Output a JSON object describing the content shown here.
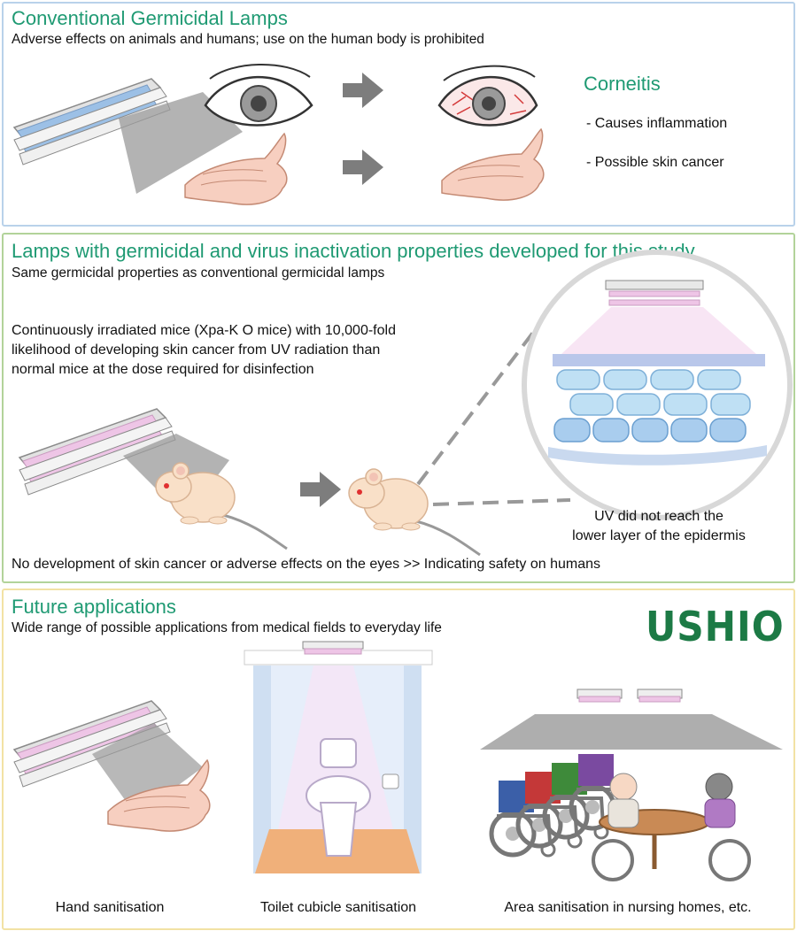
{
  "panels": {
    "conventional": {
      "title": "Conventional Germicidal Lamps",
      "subtitle": "Adverse effects on animals and humans; use on the human body is prohibited",
      "effect_heading": "Corneitis",
      "effects": [
        "-  Causes inflammation",
        "-  Possible skin cancer"
      ]
    },
    "developed": {
      "title": "Lamps with germicidal and virus inactivation properties developed for this study",
      "subtitle": "Same germicidal properties as conventional germicidal lamps",
      "description_lines": [
        "Continuously irradiated mice (Xpa-K O mice) with 10,000-fold",
        "likelihood of developing skin cancer from UV radiation than",
        "normal mice at the dose required for disinfection"
      ],
      "callout_lines": [
        "UV did not reach the",
        "lower layer of the epidermis"
      ],
      "conclusion": "No development of skin cancer or adverse effects on the eyes >> Indicating safety on humans"
    },
    "future": {
      "title": "Future applications",
      "subtitle": "Wide range of possible applications from medical fields to everyday life",
      "logo": "USHIO",
      "captions": [
        "Hand sanitisation",
        "Toilet cubicle sanitisation",
        "Area sanitisation in nursing homes, etc."
      ]
    }
  },
  "icons": [
    "uv-lamp-icon",
    "eye-icon",
    "hand-icon",
    "arrow-icon",
    "mouse-icon",
    "skin-cross-section-icon",
    "toilet-icon",
    "wheelchair-icon",
    "person-icon",
    "table-icon"
  ],
  "colors": {
    "title_green": "#1f9a73",
    "logo_green": "#1c7a45",
    "panel1_border": "#b9d2ea",
    "panel2_border": "#b2d39a",
    "panel3_border": "#f2e2a4",
    "conventional_lamp": "#9cc0e6",
    "new_lamp": "#eec5e6"
  }
}
